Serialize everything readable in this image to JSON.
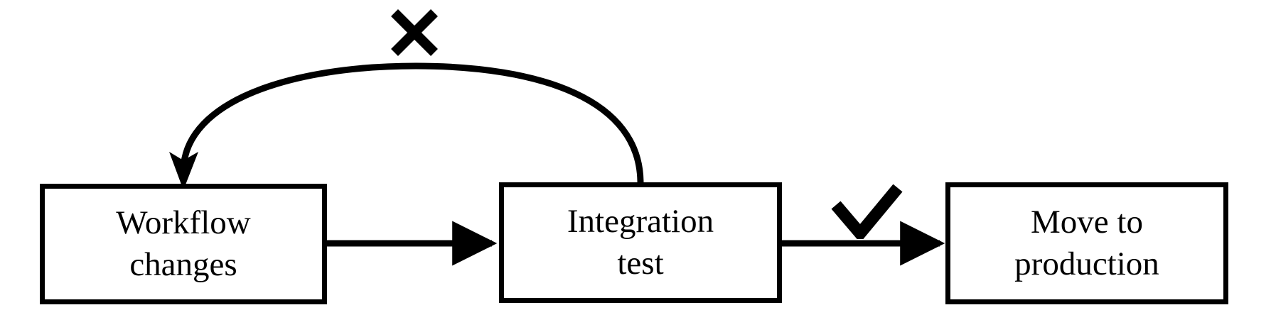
{
  "diagram": {
    "title": "Workflow change validation flow",
    "background_color": "#ffffff",
    "stroke_color": "#000000",
    "nodes": [
      {
        "id": "workflow-changes",
        "lines": [
          "Workflow",
          "changes"
        ],
        "shape": "rectangle"
      },
      {
        "id": "integration-test",
        "lines": [
          "Integration",
          "test"
        ],
        "shape": "rectangle"
      },
      {
        "id": "move-to-production",
        "lines": [
          "Move to",
          "production"
        ],
        "shape": "rectangle"
      }
    ],
    "edges": [
      {
        "id": "workflow-to-integration",
        "from": "workflow-changes",
        "to": "integration-test",
        "style": "straight-arrow",
        "label": ""
      },
      {
        "id": "integration-to-production",
        "from": "integration-test",
        "to": "move-to-production",
        "style": "straight-arrow",
        "label": "",
        "marker": "check"
      },
      {
        "id": "integration-back-to-workflow",
        "from": "integration-test",
        "to": "workflow-changes",
        "style": "curved-arc-arrow",
        "label": "",
        "marker": "cross"
      }
    ],
    "markers": [
      {
        "id": "fail-x",
        "glyph": "cross-mark-icon",
        "meaning": "test failed"
      },
      {
        "id": "pass-check",
        "glyph": "check-mark-icon",
        "meaning": "test passed"
      }
    ]
  }
}
